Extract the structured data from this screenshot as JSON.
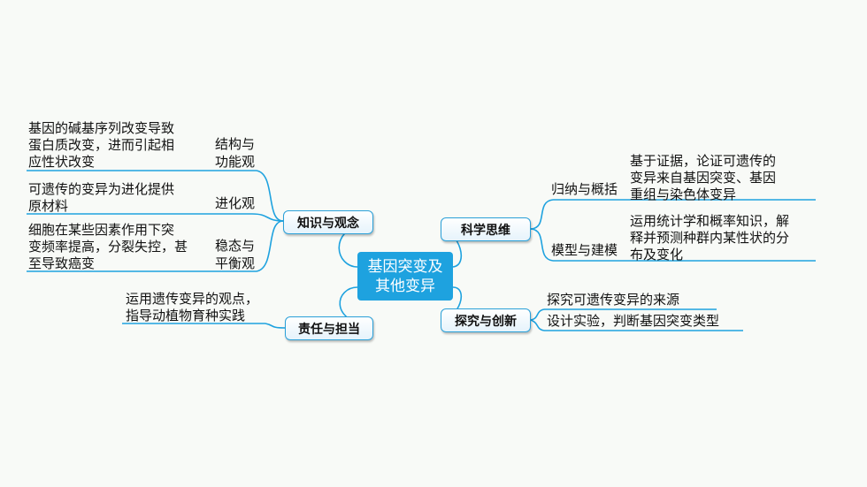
{
  "center": {
    "line1": "基因突变及",
    "line2": "其他变异"
  },
  "categories": {
    "knowledge": "知识与观念",
    "responsibility": "责任与担当",
    "thinking": "科学思维",
    "inquiry": "探究与创新"
  },
  "knowledge": {
    "structure": {
      "label1": "结构与",
      "label2": "功能观",
      "lines": [
        "基因的碱基序列改变导致",
        "蛋白质改变，进而引起相",
        "应性状改变"
      ]
    },
    "evolution": {
      "label": "进化观",
      "lines": [
        "可遗传的变异为进化提供",
        "原材料"
      ]
    },
    "homeostasis": {
      "label1": "稳态与",
      "label2": "平衡观",
      "lines": [
        "细胞在某些因素作用下突",
        "变频率提高，分裂失控，甚",
        "至导致癌变"
      ]
    }
  },
  "responsibility": {
    "lines": [
      "运用遗传变异的观点，",
      "指导动植物育种实践"
    ]
  },
  "thinking": {
    "induction": {
      "label": "归纳与概括",
      "lines": [
        "基于证据，论证可遗传的",
        "变异来自基因突变、基因",
        "重组与染色体变异"
      ]
    },
    "modeling": {
      "label": "模型与建模",
      "lines": [
        "运用统计学和概率知识，解",
        "释并预测种群内某性状的分",
        "布及变化"
      ]
    }
  },
  "inquiry": {
    "items": [
      "探究可遗传变异的来源",
      "设计实验，判断基因突变类型"
    ]
  },
  "colors": {
    "line": "#1ea2df",
    "center": "#1ea2df",
    "border": "#2aa0d8"
  }
}
